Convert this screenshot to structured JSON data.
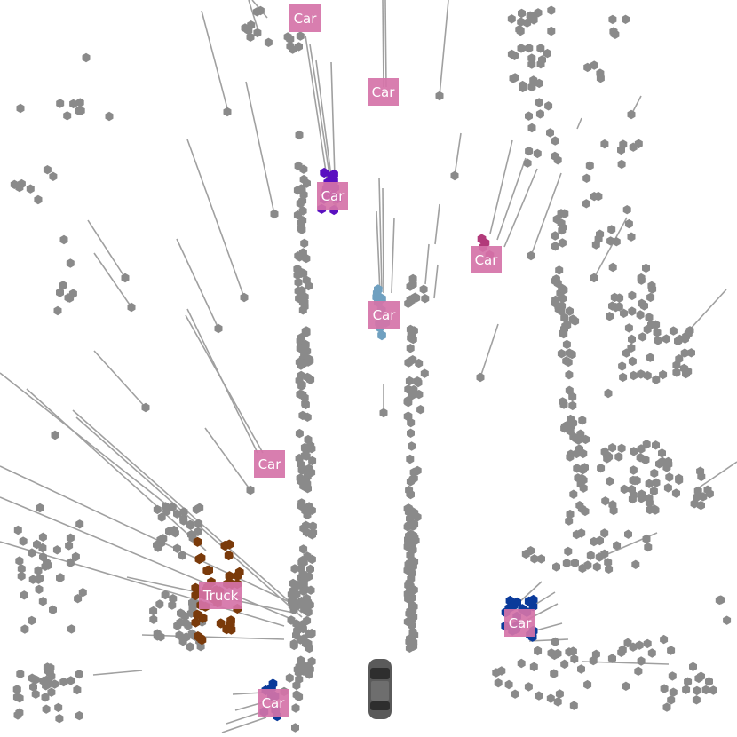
{
  "view": {
    "title": "Bird's-eye-view tracked objects",
    "colors": {
      "background": "#ffffff",
      "point": "#8a8a8a",
      "trail": "#a0a0a0",
      "label_box": "#d573a8",
      "label_text": "#ffffff",
      "ego_vehicle": "#555555"
    }
  },
  "objects": [
    {
      "id": "car-1",
      "label": "Car",
      "color": "#d573a8"
    },
    {
      "id": "car-2",
      "label": "Car",
      "color": "#d573a8"
    },
    {
      "id": "car-3",
      "label": "Car",
      "color": "#5a10c0"
    },
    {
      "id": "car-4",
      "label": "Car",
      "color": "#b23a7a"
    },
    {
      "id": "car-5",
      "label": "Car",
      "color": "#6fa0c0"
    },
    {
      "id": "car-6",
      "label": "Car",
      "color": "#d573a8"
    },
    {
      "id": "truck-1",
      "label": "Truck",
      "color": "#7a3a0a"
    },
    {
      "id": "car-7",
      "label": "Car",
      "color": "#0a3a9a"
    },
    {
      "id": "car-8",
      "label": "Car",
      "color": "#0a3a9a"
    }
  ]
}
